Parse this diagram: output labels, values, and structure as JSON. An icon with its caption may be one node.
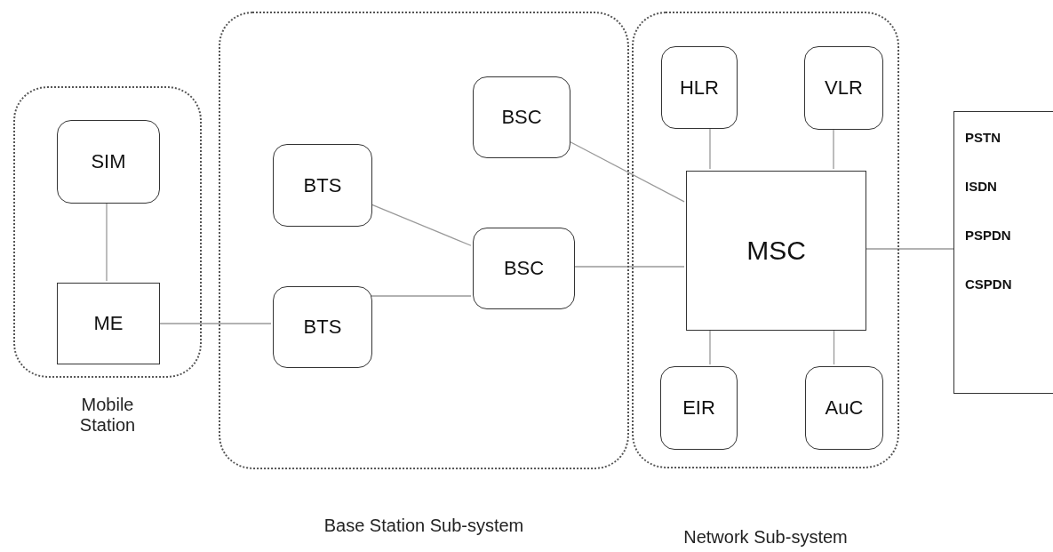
{
  "diagram": {
    "nodes": [
      {
        "text": [
          "Mobile Station"
        ]
      },
      {
        "text": [
          "SIM"
        ],
        "in": 0
      },
      {
        "text": [
          "ME"
        ],
        "in": 0
      },
      {
        "text": [
          "Base Station Sub-system"
        ]
      },
      {
        "text": [
          "BTS"
        ],
        "in": 3
      },
      {
        "text": [
          "BTS"
        ],
        "in": 3
      },
      {
        "text": [
          "BSC"
        ],
        "in": 3
      },
      {
        "text": [
          "BSC"
        ],
        "in": 3
      },
      {
        "text": [
          "Network Sub-system"
        ]
      },
      {
        "text": [
          "HLR"
        ],
        "in": 8
      },
      {
        "text": [
          "VLR"
        ],
        "in": 8
      },
      {
        "text": [
          "MSC"
        ],
        "in": 8
      },
      {
        "text": [
          "EIR"
        ],
        "in": 8
      },
      {
        "text": [
          "AuC"
        ],
        "in": 8
      },
      {
        "text": [
          "PSTN",
          "ISDN",
          "PSPDN",
          "CSPDN"
        ]
      }
    ],
    "edges": [
      {
        "from": 1,
        "to": 2,
        "arrow": "none"
      },
      {
        "from": 2,
        "to": 5,
        "arrow": "none"
      },
      {
        "from": 4,
        "to": 7,
        "arrow": "none"
      },
      {
        "from": 5,
        "to": 7,
        "arrow": "none"
      },
      {
        "from": 6,
        "to": 11,
        "arrow": "none"
      },
      {
        "from": 7,
        "to": 11,
        "arrow": "none"
      },
      {
        "from": 9,
        "to": 11,
        "arrow": "none"
      },
      {
        "from": 10,
        "to": 11,
        "arrow": "none"
      },
      {
        "from": 12,
        "to": 11,
        "arrow": "none"
      },
      {
        "from": 13,
        "to": 11,
        "arrow": "none"
      },
      {
        "from": 11,
        "to": 14,
        "arrow": "none"
      }
    ]
  }
}
